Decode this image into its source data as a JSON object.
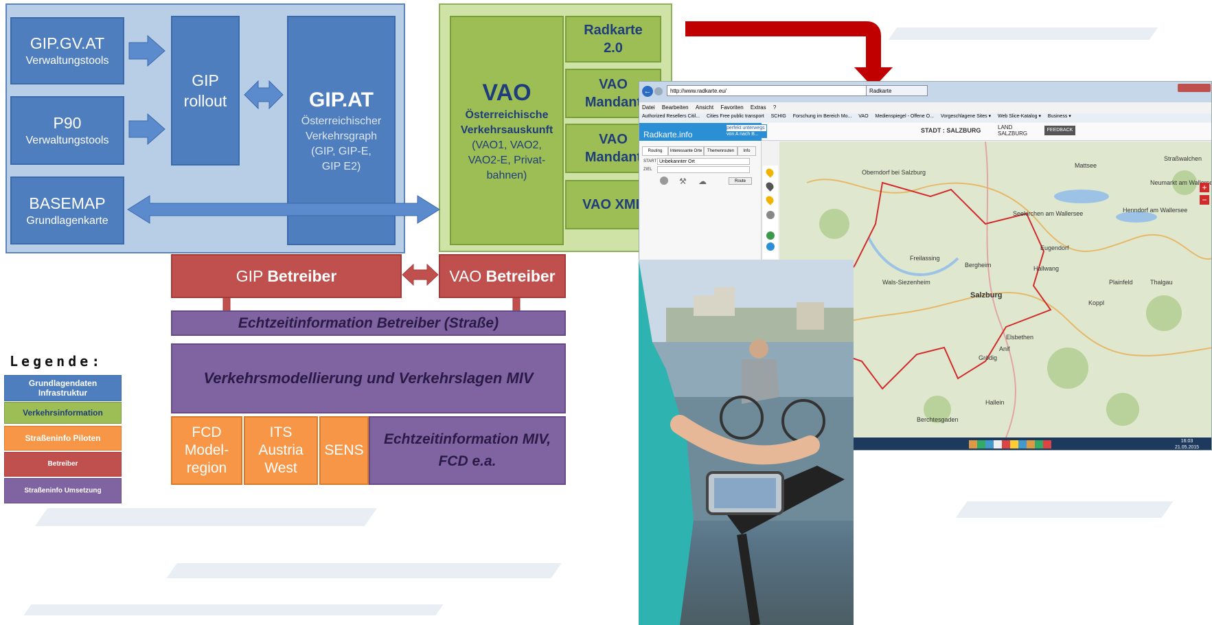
{
  "colors": {
    "blue": "#4f7ebf",
    "green": "#9cbe55",
    "orange": "#f79646",
    "red": "#c0504d",
    "purple": "#8064a2",
    "arrow_red": "#c00000"
  },
  "left_diagram": {
    "gip_gv": {
      "title": "GIP.GV.AT",
      "sub": "Verwaltungstools"
    },
    "p90": {
      "title": "P90",
      "sub": "Verwaltungstools"
    },
    "basemap": {
      "title": "BASEMAP",
      "sub": "Grundlagenkarte"
    },
    "gip_rollout": {
      "line1": "GIP",
      "line2": "rollout"
    },
    "gip_at": {
      "title": "GIP.AT",
      "l1": "Österreichischer",
      "l2": "Verkehrsgraph",
      "l3": "(GIP, GIP-E,",
      "l4": "GIP E2)"
    },
    "vao": {
      "title": "VAO",
      "l1": "Österreichische",
      "l2": "Verkehrsauskunft",
      "l3": "(VAO1, VAO2,",
      "l4": "VAO2-E, Privat-",
      "l5": "bahnen)"
    },
    "radkarte": {
      "l1": "Radkarte",
      "l2": "2.0"
    },
    "mandant1": {
      "l1": "VAO",
      "l2": "Mandant"
    },
    "mandant2": {
      "l1": "VAO",
      "l2": "Mandant"
    },
    "vao_xml": "VAO XML",
    "gip_betreiber": {
      "a": "GIP",
      "b": "Betreiber"
    },
    "vao_betreiber": {
      "a": "VAO",
      "b": "Betreiber"
    },
    "echtzeit_betreiber": "Echtzeitinformation Betreiber  (Straße)",
    "verkehrsmodellierung": "Verkehrsmodellierung und Verkehrslagen MIV",
    "fcd": {
      "l1": "FCD",
      "l2": "Model-",
      "l3": "region"
    },
    "its": {
      "l1": "ITS",
      "l2": "Austria",
      "l3": "West"
    },
    "sens": "SENS",
    "echtzeit_miv": {
      "l1": "Echtzeitinformation MIV,",
      "l2": "FCD e.a."
    }
  },
  "legend": {
    "title": "Legende:",
    "items": [
      {
        "label": "Grundlagendaten Infrastruktur",
        "color": "#4f7ebf"
      },
      {
        "label": "Verkehrsinformation",
        "color": "#9cbe55"
      },
      {
        "label": "Straßeninfo Piloten",
        "color": "#f79646"
      },
      {
        "label": "Betreiber",
        "color": "#c0504d"
      },
      {
        "label": "Straßeninfo  Umsetzung",
        "color": "#8064a2"
      }
    ]
  },
  "browser": {
    "url": "http://www.radkarte.eu/",
    "tab": "Radkarte",
    "menu": [
      "Datei",
      "Bearbeiten",
      "Ansicht",
      "Favoriten",
      "Extras",
      "?"
    ],
    "favorites": [
      "Authorized Resellers Citil...",
      "Cities Free public transport",
      "SCHIG",
      "Forschung im Bereich Mo...",
      "VAO",
      "Medienspiegel - Offene Ö...",
      "Vorgeschlagene Sites ▾",
      "Web Slice-Katalog ▾",
      "Business ▾"
    ],
    "logo": "Radkarte.info",
    "slogan1": "perfekt unterwegs",
    "slogan2": "von A nach B...",
    "stadt": "STADT : SALZBURG",
    "land1": "LAND",
    "land2": "SALZBURG",
    "feedback": "FEEDBACK",
    "tabs": [
      "Routing",
      "Interessante Orte",
      "Themenrouten",
      "Info"
    ],
    "start_label": "START",
    "start_value": "Unbekannter Ort",
    "ziel_label": "ZIEL",
    "route_button": "Route",
    "time": "16:03",
    "date": "21.05.2015",
    "map_city": "Salzburg",
    "map_places": [
      "Freilassing",
      "Bergheim",
      "Eugendorf",
      "Thalgau",
      "Hallwang",
      "Elsbethen",
      "Grödig",
      "Hallein",
      "Anif",
      "Wals-Siezenheim",
      "Koppl",
      "Plainfeld",
      "Seekirchen am Wallersee",
      "Oberndorf bei Salzburg",
      "Mattsee",
      "Straßwalchen",
      "Henndorf am Wallersee",
      "Neumarkt am Wallersee",
      "Berchtesgaden"
    ]
  }
}
